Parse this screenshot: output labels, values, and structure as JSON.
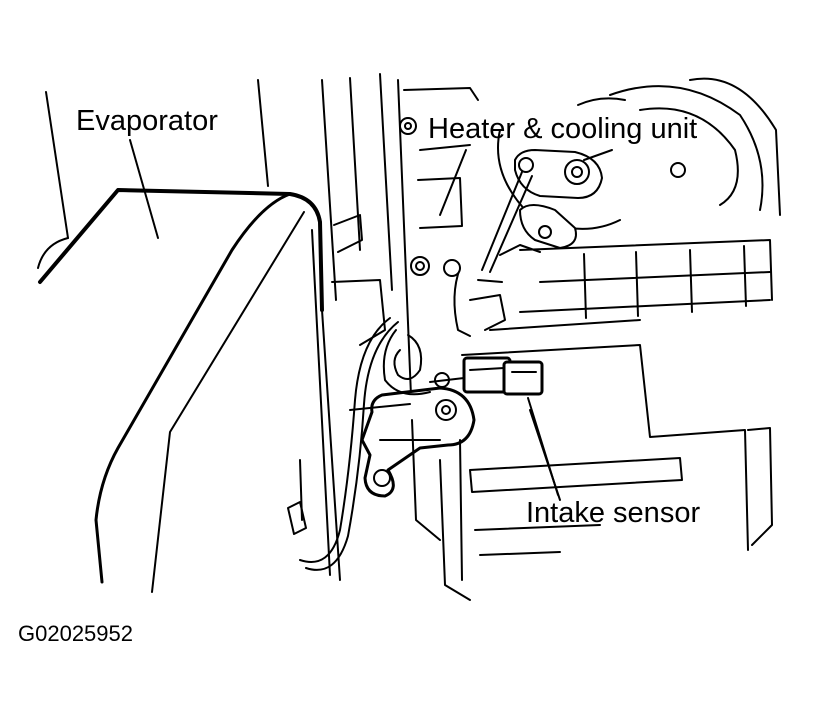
{
  "labels": {
    "evaporator": "Evaporator",
    "heater_cooling_unit": "Heater & cooling unit",
    "intake_sensor": "Intake sensor",
    "figure_id": "G02025952"
  },
  "colors": {
    "line": "#000000",
    "background": "#ffffff"
  }
}
